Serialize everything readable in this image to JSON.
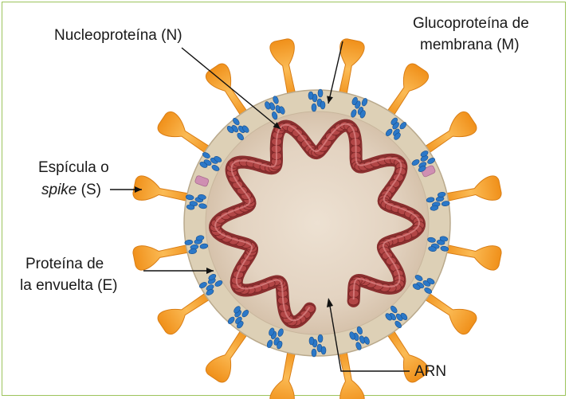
{
  "diagram": {
    "labels": {
      "nucleoprotein": "Nucleoproteína (N)",
      "membrane_line1": "Glucoproteína de",
      "membrane_line2": "membrana (M)",
      "spike_line1": "Espícula o",
      "spike_italic": "spike",
      "spike_suffix": " (S)",
      "envelope_line1": "Proteína de",
      "envelope_line2": "la envuelta (E)",
      "rna": "ARN"
    },
    "colors": {
      "frame_border": "#9cc45c",
      "spike": "#f5a833",
      "envelope_ring": "#ddd0b6",
      "interior": "#e3d3c1",
      "membrane_protein": "#2b78c8",
      "rna_coil": "#b24646",
      "envelope_protein": "#cf8fb2"
    },
    "spike_count": 16,
    "membrane_protein_count": 18
  }
}
